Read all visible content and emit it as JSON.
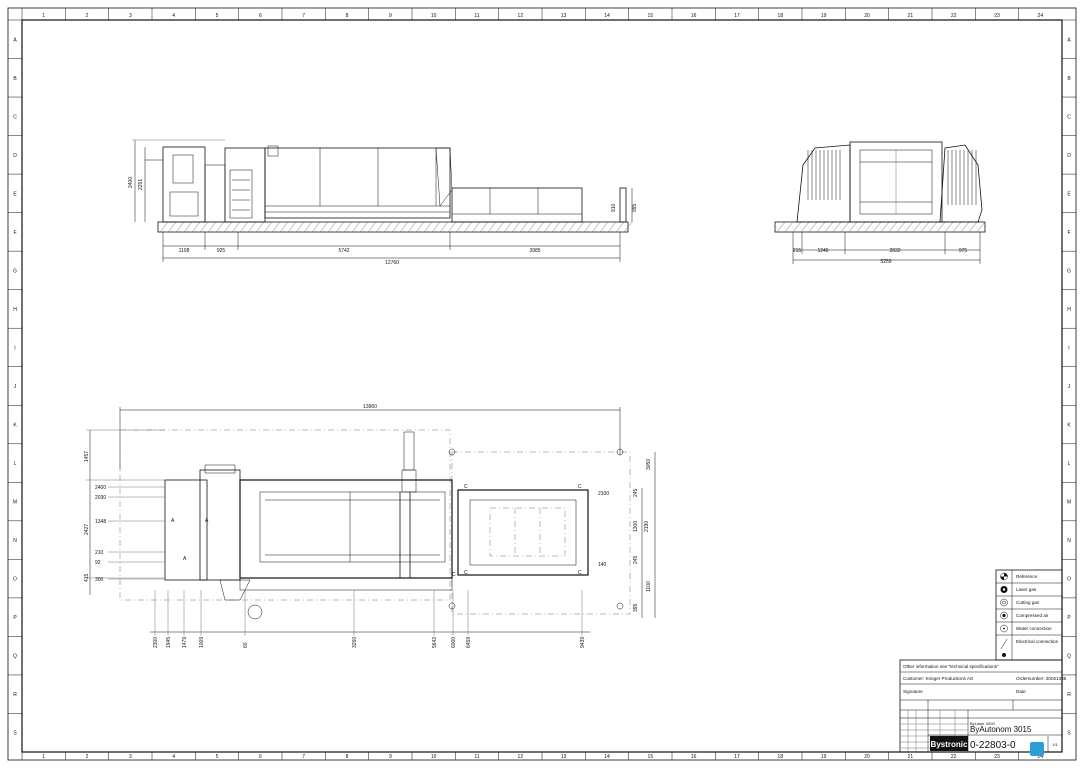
{
  "frame": {
    "top_numbers": [
      "1",
      "2",
      "3",
      "4",
      "5",
      "6",
      "7",
      "8",
      "9",
      "10",
      "11",
      "12",
      "13",
      "14",
      "15",
      "16",
      "17",
      "18",
      "19",
      "20",
      "21",
      "22",
      "23",
      "24"
    ],
    "side_letters": [
      "A",
      "B",
      "C",
      "D",
      "E",
      "F",
      "G",
      "H",
      "I",
      "J",
      "K",
      "L",
      "M",
      "N",
      "O",
      "P",
      "Q",
      "R",
      "S"
    ]
  },
  "side_view": {
    "dims_bottom": [
      "1108",
      "925",
      "5742",
      "3985"
    ],
    "total": "12760",
    "height_outer": "2400",
    "height_inner": "2251",
    "right_h1": "910",
    "right_h2": "995"
  },
  "end_view": {
    "dims_bottom": [
      "215",
      "1240",
      "2832",
      "975"
    ],
    "total": "5259"
  },
  "plan_view": {
    "top_total": "13960",
    "left_dims": [
      "1457",
      "2427",
      "415"
    ],
    "left_coords": [
      "2400",
      "2030",
      "1348",
      "210",
      "92",
      "300"
    ],
    "bottom_coords": [
      "2300",
      "1945",
      "1479",
      "1009",
      "60",
      "3260",
      "5642",
      "6000",
      "6459",
      "9439"
    ],
    "right_dims": [
      "3050",
      "2100",
      "2190",
      "140",
      "1100",
      "245",
      "1300",
      "245",
      "395"
    ],
    "markers": [
      "A",
      "A",
      "A",
      "C",
      "C",
      "C",
      "C",
      "C"
    ]
  },
  "legend": {
    "items": [
      {
        "label": "Reference"
      },
      {
        "label": "Laser gas"
      },
      {
        "label": "Cutting gas"
      },
      {
        "label": "Compressed air"
      },
      {
        "label": "Water connection"
      },
      {
        "label": "Electrical connection"
      }
    ]
  },
  "title_block": {
    "other_info": "Other information see \"technical specifications\"",
    "customer": "Customer: Krieger Productions AG",
    "order_label": "Ordernumber: 30021335",
    "signature": "Signature",
    "date": "Date",
    "brand": "Bystronic",
    "product": "ByAutonom 3015",
    "drawing_no": "0-22803-0",
    "machine_ref": "ByLaser 4000",
    "sheet": "1/1"
  }
}
